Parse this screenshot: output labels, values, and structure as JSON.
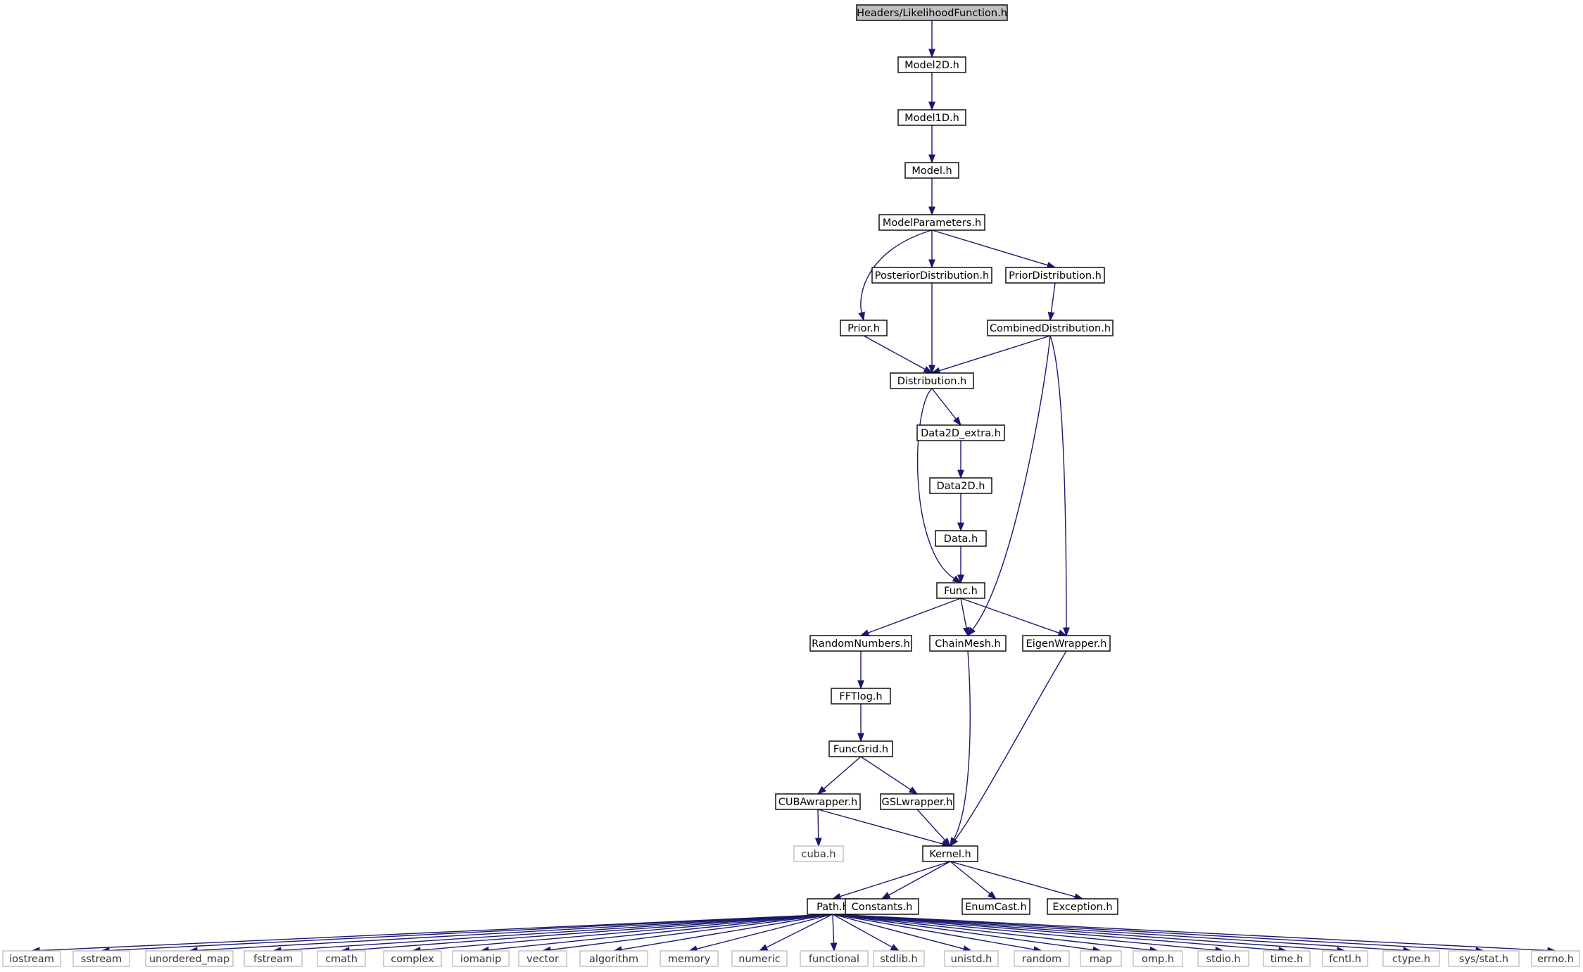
{
  "root": "Headers/LikelihoodFunction.h",
  "nodes": [
    {
      "id": "lik",
      "label": "Headers/LikelihoodFunction.h",
      "kind": "root"
    },
    {
      "id": "m2d",
      "label": "Model2D.h",
      "kind": "internal"
    },
    {
      "id": "m1d",
      "label": "Model1D.h",
      "kind": "internal"
    },
    {
      "id": "model",
      "label": "Model.h",
      "kind": "internal"
    },
    {
      "id": "mp",
      "label": "ModelParameters.h",
      "kind": "internal"
    },
    {
      "id": "post",
      "label": "PosteriorDistribution.h",
      "kind": "internal"
    },
    {
      "id": "priord",
      "label": "PriorDistribution.h",
      "kind": "internal"
    },
    {
      "id": "prior",
      "label": "Prior.h",
      "kind": "internal"
    },
    {
      "id": "comb",
      "label": "CombinedDistribution.h",
      "kind": "internal"
    },
    {
      "id": "dist",
      "label": "Distribution.h",
      "kind": "internal"
    },
    {
      "id": "d2dx",
      "label": "Data2D_extra.h",
      "kind": "internal"
    },
    {
      "id": "d2d",
      "label": "Data2D.h",
      "kind": "internal"
    },
    {
      "id": "data",
      "label": "Data.h",
      "kind": "internal"
    },
    {
      "id": "func",
      "label": "Func.h",
      "kind": "internal"
    },
    {
      "id": "rn",
      "label": "RandomNumbers.h",
      "kind": "internal"
    },
    {
      "id": "cm",
      "label": "ChainMesh.h",
      "kind": "internal"
    },
    {
      "id": "ew",
      "label": "EigenWrapper.h",
      "kind": "internal"
    },
    {
      "id": "fft",
      "label": "FFTlog.h",
      "kind": "internal"
    },
    {
      "id": "fg",
      "label": "FuncGrid.h",
      "kind": "internal"
    },
    {
      "id": "cuba",
      "label": "CUBAwrapper.h",
      "kind": "internal"
    },
    {
      "id": "gsl",
      "label": "GSLwrapper.h",
      "kind": "internal"
    },
    {
      "id": "cubah",
      "label": "cuba.h",
      "kind": "external"
    },
    {
      "id": "kernel",
      "label": "Kernel.h",
      "kind": "internal"
    },
    {
      "id": "path",
      "label": "Path.h",
      "kind": "internal"
    },
    {
      "id": "const",
      "label": "Constants.h",
      "kind": "internal"
    },
    {
      "id": "enum",
      "label": "EnumCast.h",
      "kind": "internal"
    },
    {
      "id": "exc",
      "label": "Exception.h",
      "kind": "internal"
    },
    {
      "id": "iostream",
      "label": "iostream",
      "kind": "external"
    },
    {
      "id": "sstream",
      "label": "sstream",
      "kind": "external"
    },
    {
      "id": "umap",
      "label": "unordered_map",
      "kind": "external"
    },
    {
      "id": "fstream",
      "label": "fstream",
      "kind": "external"
    },
    {
      "id": "cmath",
      "label": "cmath",
      "kind": "external"
    },
    {
      "id": "complex",
      "label": "complex",
      "kind": "external"
    },
    {
      "id": "iomanip",
      "label": "iomanip",
      "kind": "external"
    },
    {
      "id": "vector",
      "label": "vector",
      "kind": "external"
    },
    {
      "id": "algorithm",
      "label": "algorithm",
      "kind": "external"
    },
    {
      "id": "memory",
      "label": "memory",
      "kind": "external"
    },
    {
      "id": "numeric",
      "label": "numeric",
      "kind": "external"
    },
    {
      "id": "functional",
      "label": "functional",
      "kind": "external"
    },
    {
      "id": "stdlib",
      "label": "stdlib.h",
      "kind": "external"
    },
    {
      "id": "unistd",
      "label": "unistd.h",
      "kind": "external"
    },
    {
      "id": "random",
      "label": "random",
      "kind": "external"
    },
    {
      "id": "map",
      "label": "map",
      "kind": "external"
    },
    {
      "id": "omp",
      "label": "omp.h",
      "kind": "external"
    },
    {
      "id": "stdio",
      "label": "stdio.h",
      "kind": "external"
    },
    {
      "id": "time",
      "label": "time.h",
      "kind": "external"
    },
    {
      "id": "fcntl",
      "label": "fcntl.h",
      "kind": "external"
    },
    {
      "id": "ctype",
      "label": "ctype.h",
      "kind": "external"
    },
    {
      "id": "sysstat",
      "label": "sys/stat.h",
      "kind": "external"
    },
    {
      "id": "errno",
      "label": "errno.h",
      "kind": "external"
    }
  ],
  "edges": [
    [
      "lik",
      "m2d"
    ],
    [
      "m2d",
      "m1d"
    ],
    [
      "m1d",
      "model"
    ],
    [
      "model",
      "mp"
    ],
    [
      "mp",
      "prior"
    ],
    [
      "mp",
      "post"
    ],
    [
      "mp",
      "priord"
    ],
    [
      "priord",
      "comb"
    ],
    [
      "prior",
      "dist"
    ],
    [
      "post",
      "dist"
    ],
    [
      "comb",
      "dist"
    ],
    [
      "comb",
      "cm"
    ],
    [
      "comb",
      "ew"
    ],
    [
      "dist",
      "d2dx"
    ],
    [
      "dist",
      "func"
    ],
    [
      "d2dx",
      "d2d"
    ],
    [
      "d2d",
      "data"
    ],
    [
      "data",
      "func"
    ],
    [
      "func",
      "rn"
    ],
    [
      "func",
      "cm"
    ],
    [
      "func",
      "ew"
    ],
    [
      "rn",
      "fft"
    ],
    [
      "fft",
      "fg"
    ],
    [
      "fg",
      "cuba"
    ],
    [
      "fg",
      "gsl"
    ],
    [
      "cuba",
      "cubah"
    ],
    [
      "cuba",
      "kernel"
    ],
    [
      "gsl",
      "kernel"
    ],
    [
      "cm",
      "kernel"
    ],
    [
      "ew",
      "kernel"
    ],
    [
      "kernel",
      "path"
    ],
    [
      "kernel",
      "const"
    ],
    [
      "kernel",
      "enum"
    ],
    [
      "kernel",
      "exc"
    ],
    [
      "path",
      "iostream"
    ],
    [
      "path",
      "sstream"
    ],
    [
      "path",
      "umap"
    ],
    [
      "path",
      "fstream"
    ],
    [
      "path",
      "cmath"
    ],
    [
      "path",
      "complex"
    ],
    [
      "path",
      "iomanip"
    ],
    [
      "path",
      "vector"
    ],
    [
      "path",
      "algorithm"
    ],
    [
      "path",
      "memory"
    ],
    [
      "path",
      "numeric"
    ],
    [
      "path",
      "functional"
    ],
    [
      "path",
      "stdlib"
    ],
    [
      "path",
      "unistd"
    ],
    [
      "path",
      "random"
    ],
    [
      "path",
      "map"
    ],
    [
      "path",
      "omp"
    ],
    [
      "path",
      "stdio"
    ],
    [
      "path",
      "time"
    ],
    [
      "path",
      "fcntl"
    ],
    [
      "path",
      "ctype"
    ],
    [
      "path",
      "sysstat"
    ],
    [
      "path",
      "errno"
    ]
  ],
  "colors": {
    "edge": "#191970",
    "root_fill": "#bfbfbf",
    "node_border": "#000000",
    "external_border": "#bfbfbf"
  }
}
